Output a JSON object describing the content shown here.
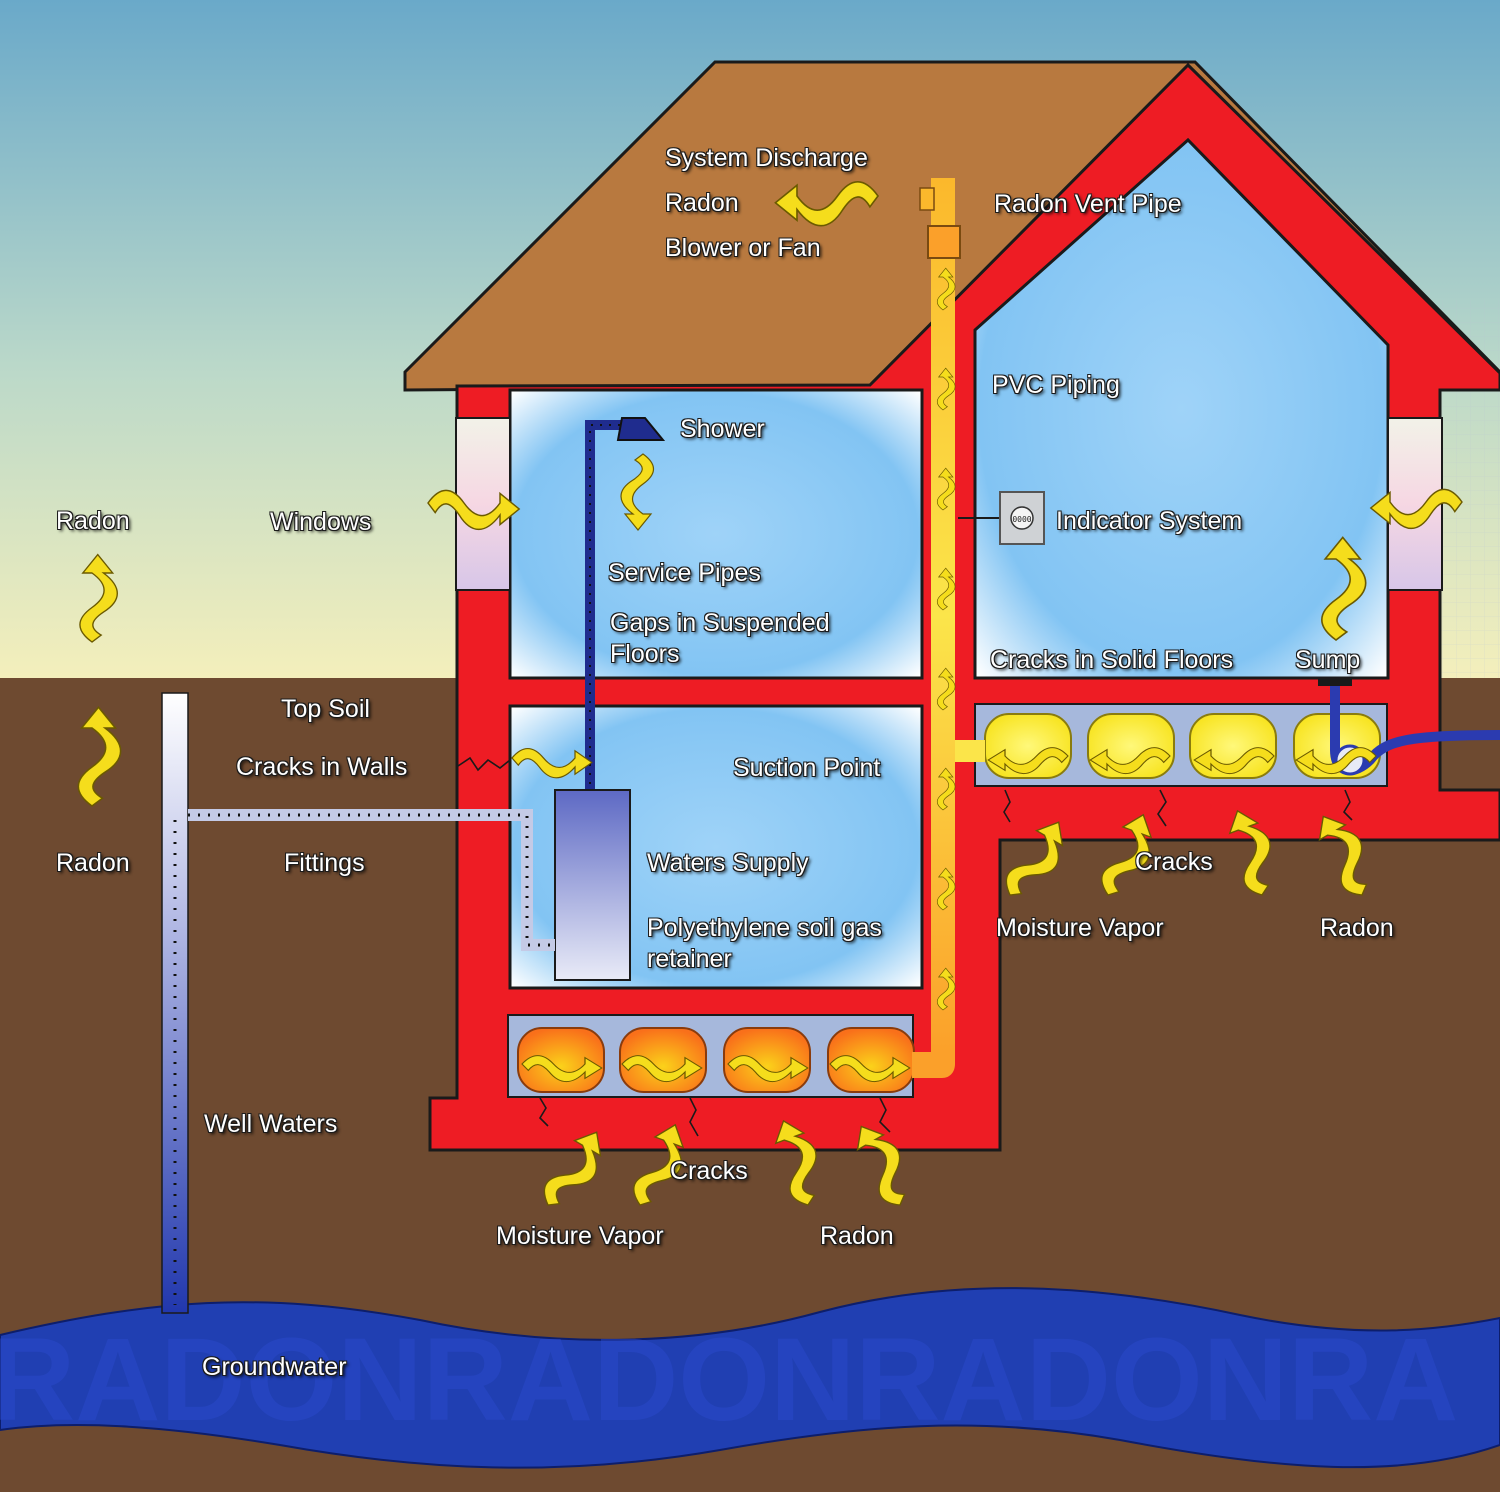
{
  "labels": {
    "system_discharge": "System Discharge",
    "radon_discharge": "Radon",
    "blower_fan": "Blower or Fan",
    "radon_vent_pipe": "Radon Vent Pipe",
    "pvc_piping": "PVC Piping",
    "shower": "Shower",
    "radon_outside_left": "Radon",
    "windows": "Windows",
    "indicator_system": "Indicator System",
    "service_pipes": "Service Pipes",
    "gaps_suspended_floors": "Gaps in Suspended Floors",
    "cracks_solid_floors": "Cracks in Solid Floors",
    "sump": "Sump",
    "top_soil": "Top Soil",
    "cracks_in_walls": "Cracks in Walls",
    "suction_point": "Suction Point",
    "radon_soil_left": "Radon",
    "fittings": "Fittings",
    "waters_supply": "Waters Supply",
    "polyethylene_retainer": "Polyethylene soil gas retainer",
    "cracks_right": "Cracks",
    "moisture_vapor_right": "Moisture Vapor",
    "radon_right": "Radon",
    "well_waters": "Well Waters",
    "cracks_bottom": "Cracks",
    "moisture_vapor_bottom": "Moisture Vapor",
    "radon_bottom": "Radon",
    "groundwater": "Groundwater"
  },
  "indicator_readout": "0000",
  "watermark": "RADONRADONRADONRA",
  "colors": {
    "sky_top": "#6aa9c9",
    "sky_bottom": "#f4efbb",
    "soil": "#6e4a30",
    "roof": "#b8793f",
    "walls": "#ee1c24",
    "rooms": "#82c4f3",
    "vent_pipe": "#fbe54a",
    "gravel_left": "#fb8a1a",
    "gravel_right": "#fbef1a",
    "water_pipe": "#2b3bb0",
    "groundwater": "#203fb2",
    "arrow": "#f5dd1c"
  }
}
